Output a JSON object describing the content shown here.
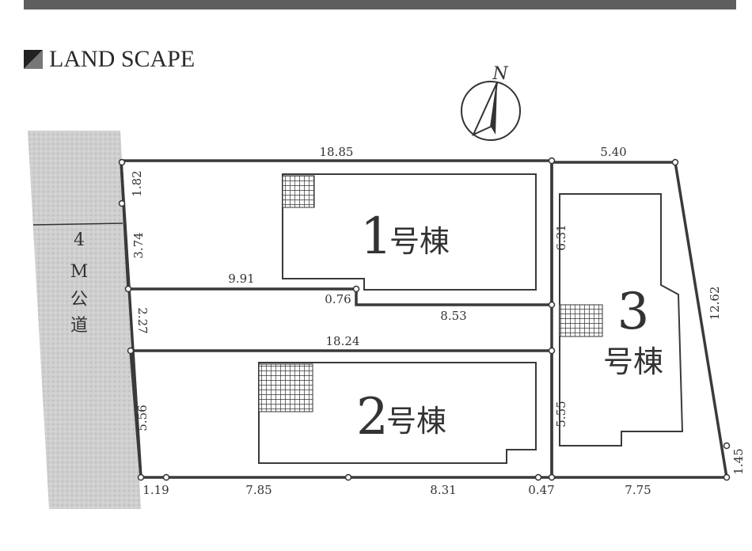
{
  "title": "LAND SCAPE",
  "north_label": "N",
  "road": {
    "width": "4",
    "unit": "M",
    "name_1": "公",
    "name_2": "道"
  },
  "buildings": [
    {
      "number": "1",
      "suffix": "号棟"
    },
    {
      "number": "2",
      "suffix": "号棟"
    },
    {
      "number": "3",
      "suffix": "号棟"
    }
  ],
  "dimensions": {
    "top_lot1": "18.85",
    "top_lot3": "5.40",
    "left_upper": "1.82",
    "left_mid": "3.74",
    "lot1_bottom_left": "9.91",
    "notch": "0.76",
    "lot1_bottom_right": "8.53",
    "passage": "2.27",
    "lot2_top": "18.24",
    "left_lot2": "5.56",
    "bottom_a": "1.19",
    "bottom_b": "7.85",
    "bottom_c": "8.31",
    "bottom_d": "0.47",
    "bottom_e": "7.75",
    "lot3_left_upper": "6.31",
    "lot3_left_lower": "5.55",
    "lot3_right": "12.62",
    "lot3_right_bottom": "1.45"
  },
  "colors": {
    "line": "#3a3a3a",
    "road": "#c8c8c8",
    "bar": "#5e5e5e"
  }
}
